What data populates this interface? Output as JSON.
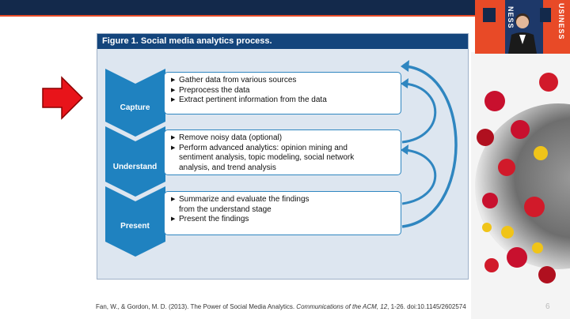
{
  "slide": {
    "figure_title": "Figure 1. Social media analytics process.",
    "stages": [
      {
        "label": "Capture",
        "items": [
          "Gather data from various sources",
          "Preprocess the data",
          "Extract pertinent information from the data"
        ]
      },
      {
        "label": "Understand",
        "items": [
          "Remove noisy data (optional)",
          "Perform advanced analytics: opinion mining and\nsentiment analysis, topic modeling, social network\nanalysis, and trend analysis"
        ]
      },
      {
        "label": "Present",
        "items": [
          "Summarize and evaluate the findings\nfrom the understand stage",
          "Present the findings"
        ]
      }
    ],
    "citation": {
      "authors": "Fan, W., & Gordon, M. D. (2013). The Power of Social Media Analytics. ",
      "journal": "Communications of the ACM, 12",
      "pages": ", 1-26. doi:10.1145/2602574"
    },
    "page_number": "6"
  },
  "webcam": {
    "banner_text_left": "NESS",
    "banner_text_right": "USINESS"
  },
  "colors": {
    "top_bar": "#13294b",
    "accent": "#e84a27",
    "chevron": "#1f82c0",
    "box_border": "#2f86c0",
    "figure_bg": "#dde6f0",
    "figure_title_bg": "#14457c",
    "pointer_arrow": "#e8141a"
  }
}
